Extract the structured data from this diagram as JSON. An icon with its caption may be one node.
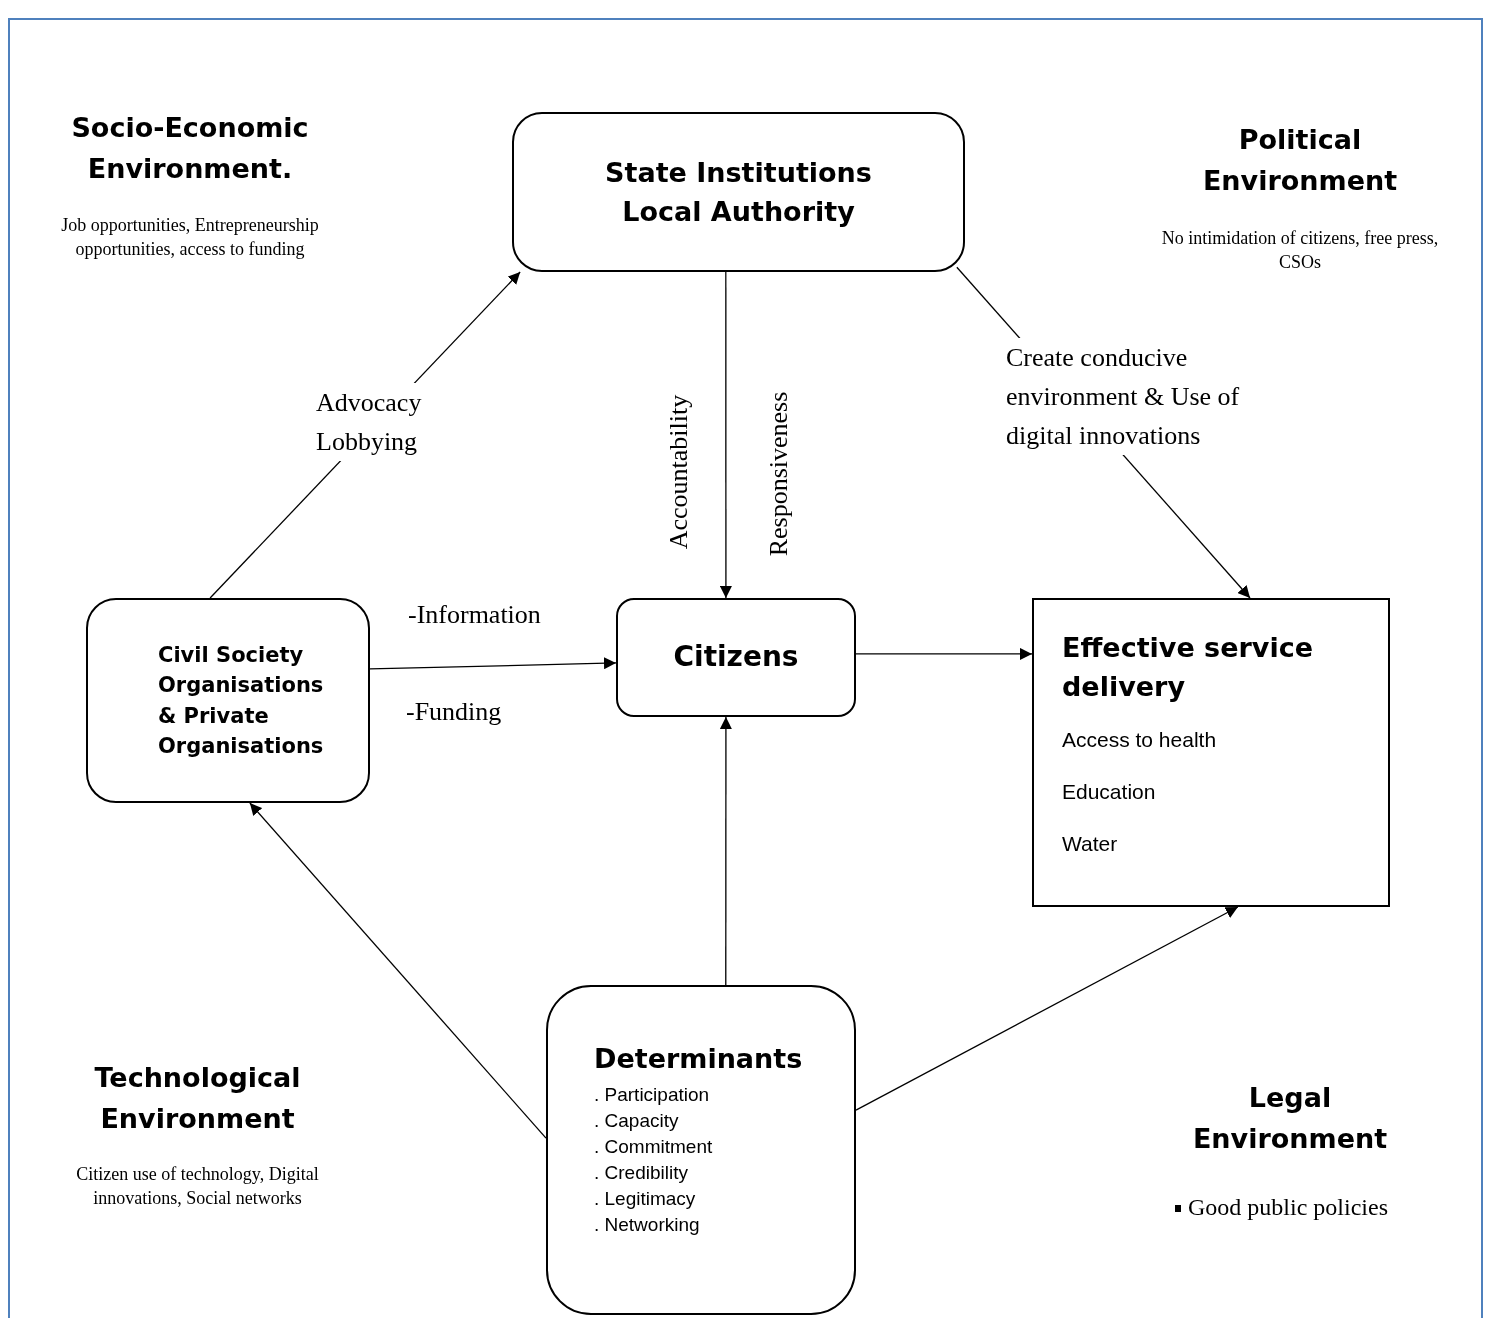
{
  "diagram": {
    "nodes": [
      {
        "text": [
          "State Institutions Local Authority"
        ]
      },
      {
        "text": [
          "Civil Society Organisations & Private Organisations"
        ]
      },
      {
        "text": [
          "Citizens"
        ]
      },
      {
        "text": [
          "Effective service delivery",
          "Access to health",
          "Education",
          "Water"
        ]
      },
      {
        "text": [
          "Determinants",
          ". Participation",
          ". Capacity",
          ". Commitment",
          ". Credibility",
          ". Legitimacy",
          ". Networking"
        ]
      }
    ],
    "edges": [
      {
        "from": 1,
        "to": 0,
        "arrow": "to",
        "label": "Advocacy Lobbying"
      },
      {
        "from": 0,
        "to": 2,
        "arrow": "to"
      },
      {
        "from": 0,
        "to": 3,
        "arrow": "to",
        "label": "Create conducive environment & Use of digital innovations"
      },
      {
        "from": 1,
        "to": 2,
        "arrow": "to"
      },
      {
        "from": 2,
        "to": 3,
        "arrow": "to"
      },
      {
        "from": 4,
        "to": 2,
        "arrow": "to"
      },
      {
        "from": 4,
        "to": 1,
        "arrow": "to"
      },
      {
        "from": 4,
        "to": 3,
        "arrow": "to"
      }
    ],
    "labels": [
      "Socio-Economic Environment.",
      "Job opportunities, Entrepreneurship opportunities, access to funding",
      "Political Environment",
      "No intimidation of citizens, free press, CSOs",
      "Accountability",
      "Responsiveness",
      "-Information",
      "-Funding",
      "Technological Environment",
      "Citizen use of technology, Digital innovations, Social networks",
      "Legal Environment",
      "Good public policies"
    ]
  }
}
